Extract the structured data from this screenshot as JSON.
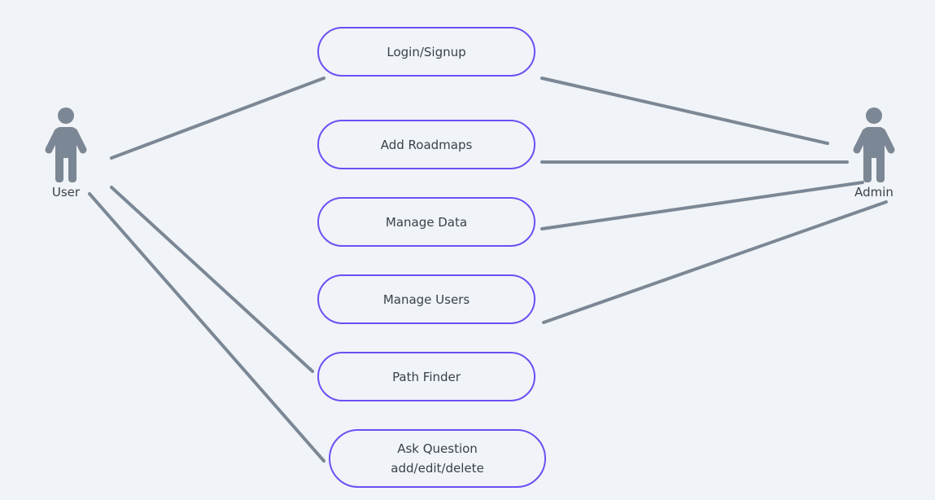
{
  "actors": {
    "user": {
      "label": "User",
      "icon": "person-icon"
    },
    "admin": {
      "label": "Admin",
      "icon": "person-icon"
    }
  },
  "use_cases": {
    "login": {
      "label": "Login/Signup"
    },
    "add_roadmaps": {
      "label": "Add Roadmaps"
    },
    "manage_data": {
      "label": "Manage Data"
    },
    "manage_users": {
      "label": "Manage Users"
    },
    "path_finder": {
      "label": "Path Finder"
    },
    "ask_question": {
      "line1": "Ask Question",
      "line2": "add/edit/delete"
    }
  },
  "colors": {
    "background": "#f0f3f7",
    "use_case_border": "#6b4ff5",
    "connector": "#7b8794",
    "actor": "#7b8794",
    "text": "#3a3f4a"
  }
}
